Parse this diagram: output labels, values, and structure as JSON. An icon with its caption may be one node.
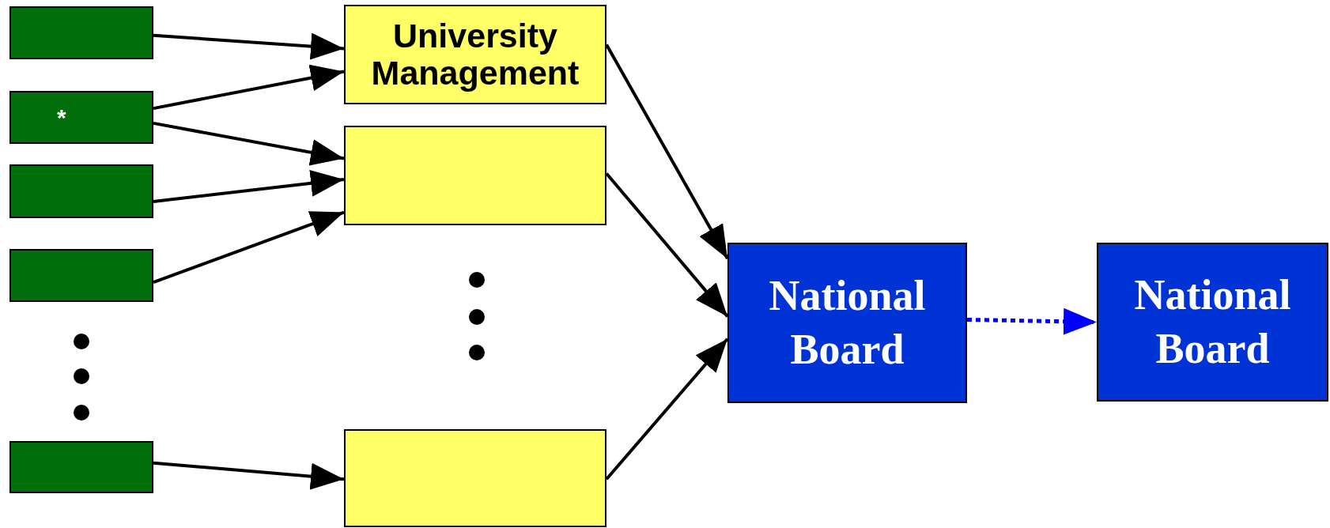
{
  "diagram": {
    "nodes": [
      {
        "text": [],
        "shape": "box"
      },
      {
        "text": [
          "*"
        ]
      },
      {
        "text": [],
        "shape": "box"
      },
      {
        "text": [],
        "shape": "box"
      },
      {
        "text": [],
        "shape": "box"
      },
      {
        "text": [
          "University Management"
        ]
      },
      {
        "text": [],
        "shape": "box"
      },
      {
        "text": [],
        "shape": "box"
      },
      {
        "text": [
          "National Board"
        ]
      },
      {
        "text": [
          "National Board"
        ]
      }
    ],
    "edges": [
      {
        "from": 0,
        "to": 5,
        "arrow": "to"
      },
      {
        "from": 1,
        "to": 5,
        "arrow": "to"
      },
      {
        "from": 1,
        "to": 6,
        "arrow": "to"
      },
      {
        "from": 2,
        "to": 6,
        "arrow": "to"
      },
      {
        "from": 3,
        "to": 6,
        "arrow": "to"
      },
      {
        "from": 4,
        "to": 7,
        "arrow": "to"
      },
      {
        "from": 5,
        "to": 8,
        "arrow": "to"
      },
      {
        "from": 6,
        "to": 8,
        "arrow": "to"
      },
      {
        "from": 7,
        "to": 8,
        "arrow": "to"
      },
      {
        "from": 8,
        "to": 9,
        "arrow": "to",
        "style": "dashed",
        "color": "#0000ff"
      }
    ]
  }
}
